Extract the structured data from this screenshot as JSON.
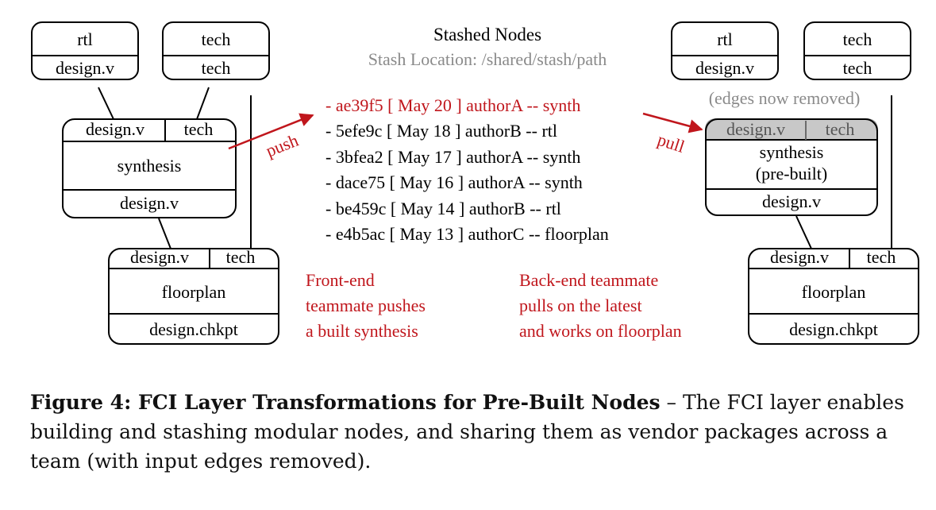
{
  "stash": {
    "title": "Stashed Nodes",
    "location": "Stash Location: /shared/stash/path",
    "entries": [
      "- ae39f5 [ May 20 ] authorA -- synth",
      "- 5efe9c [ May 18 ] authorB -- rtl",
      "- 3bfea2 [ May 17 ] authorA -- synth",
      "- dace75 [ May 16 ] authorA -- synth",
      "- be459c [ May 14 ] authorB -- rtl",
      "- e4b5ac [ May 13 ] authorC -- floorplan"
    ]
  },
  "left": {
    "rtl": {
      "name": "rtl",
      "output": "design.v"
    },
    "tech": {
      "name": "tech",
      "output": "tech"
    },
    "synthesis": {
      "in1": "design.v",
      "in2": "tech",
      "name": "synthesis",
      "output": "design.v"
    },
    "floorplan": {
      "in1": "design.v",
      "in2": "tech",
      "name": "floorplan",
      "output": "design.chkpt"
    }
  },
  "right": {
    "rtl": {
      "name": "rtl",
      "output": "design.v"
    },
    "tech": {
      "name": "tech",
      "output": "tech"
    },
    "edges_note": "(edges now removed)",
    "synthesis": {
      "in1": "design.v",
      "in2": "tech",
      "name_line1": "synthesis",
      "name_line2": "(pre-built)",
      "output": "design.v"
    },
    "floorplan": {
      "in1": "design.v",
      "in2": "tech",
      "name": "floorplan",
      "output": "design.chkpt"
    }
  },
  "arrows": {
    "push": "push",
    "pull": "pull"
  },
  "notes": {
    "front_end": [
      "Front-end",
      "teammate pushes",
      "a built synthesis"
    ],
    "back_end": [
      "Back-end teammate",
      "pulls on the latest",
      "and works on floorplan"
    ]
  },
  "caption": {
    "bold": "Figure 4: FCI Layer Transformations for Pre-Built Nodes",
    "rest": " – The FCI layer enables building and stashing modular nodes, and sharing them as vendor packages across a team (with input edges removed)."
  },
  "colors": {
    "accent_red": "#c0161c",
    "gray_text": "#8a8a8a",
    "prebuilt_fill": "#c8c8c8"
  }
}
